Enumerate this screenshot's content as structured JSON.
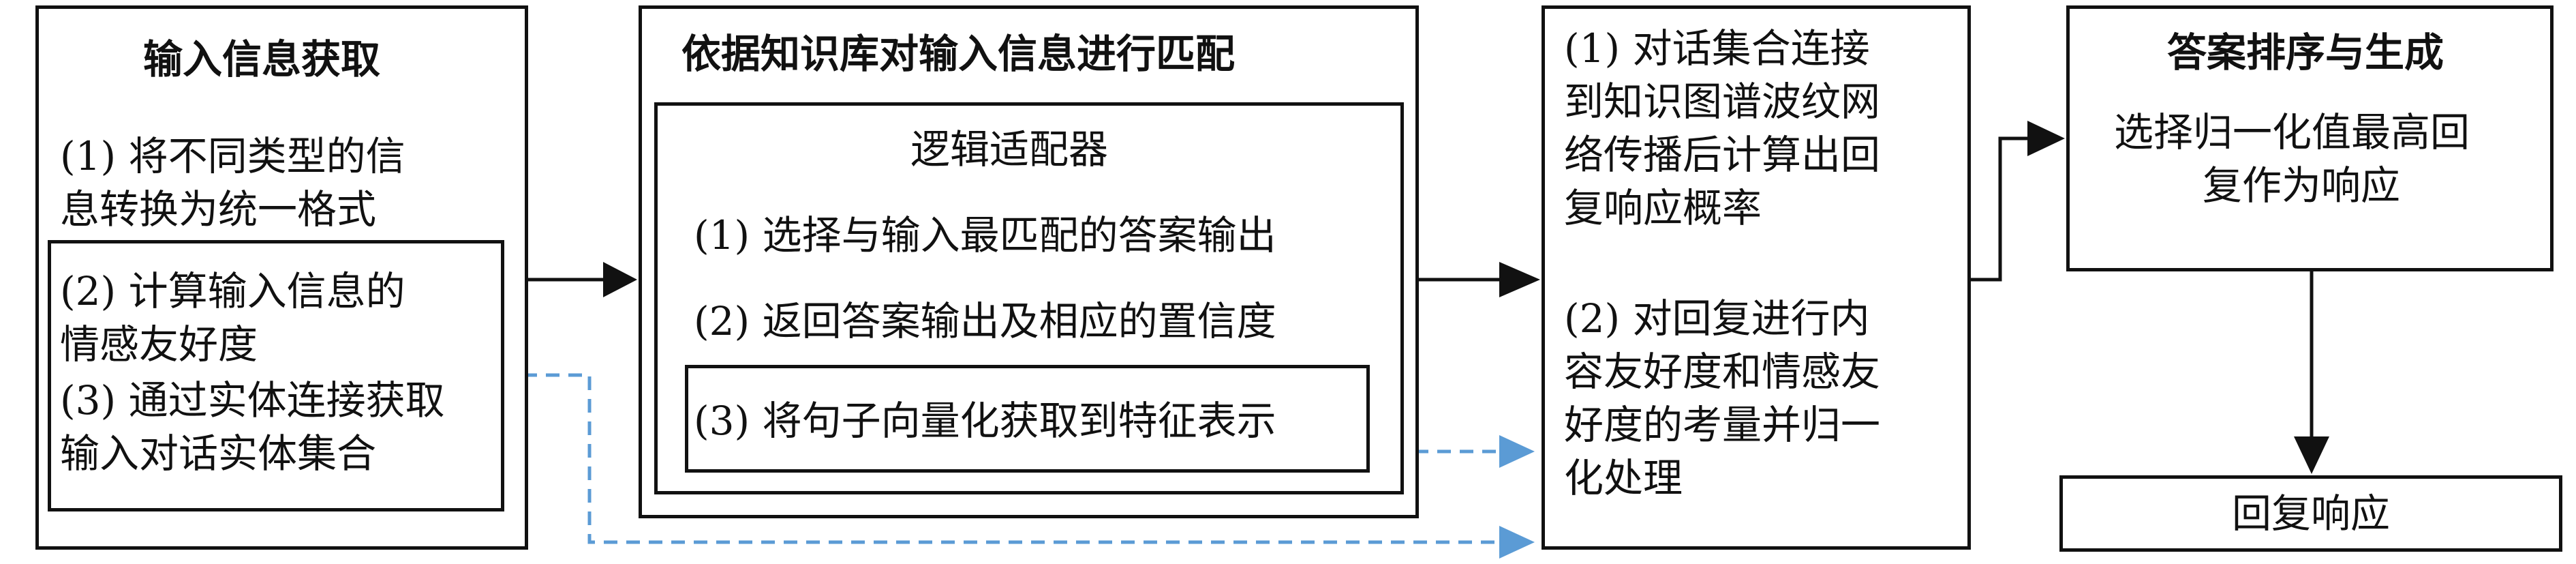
{
  "box1": {
    "title": "输入信息获取",
    "item1": [
      "(1) 将不同类型的信",
      "息转换为统一格式"
    ],
    "item2": [
      "(2) 计算输入信息的",
      "情感友好度"
    ],
    "item3": [
      "(3) 通过实体连接获取",
      "输入对话实体集合"
    ]
  },
  "box2": {
    "title": "依据知识库对输入信息进行匹配",
    "inner_title": "逻辑适配器",
    "item1": "(1) 选择与输入最匹配的答案输出",
    "item2": "(2) 返回答案输出及相应的置信度",
    "item3": "(3) 将句子向量化获取到特征表示"
  },
  "box3": {
    "item1": [
      "(1) 对话集合连接",
      "到知识图谱波纹网",
      "络传播后计算出回",
      "复响应概率"
    ],
    "item2": [
      "(2) 对回复进行内",
      "容友好度和情感友",
      "好度的考量并归一",
      "化处理"
    ]
  },
  "box4": {
    "title": "答案排序与生成",
    "body": [
      "选择归一化值最高回",
      "复作为响应"
    ]
  },
  "box5": {
    "label": "回复响应"
  },
  "colors": {
    "line": "#111111",
    "dashed": "#5b9bd5",
    "background": "#ffffff"
  }
}
